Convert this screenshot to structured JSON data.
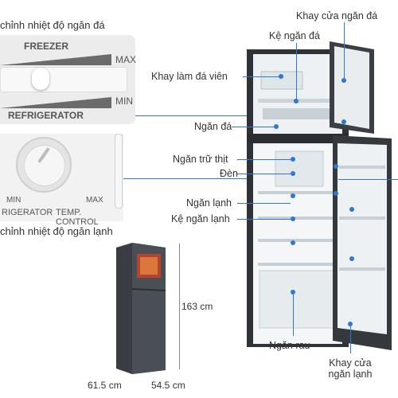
{
  "top_left_caption": "chỉnh nhiệt độ ngăn đá",
  "slider": {
    "freezer": "FREEZER",
    "refrigerator": "REFRIGERATOR",
    "max": "MAX",
    "min": "MIN"
  },
  "dial": {
    "min": "MIN",
    "max": "MAX",
    "left_text": "RIGERATOR",
    "right_text": "TEMP. CONTROL"
  },
  "mid_left_caption": "chỉnh nhiệt độ ngăn lạnh",
  "labels": {
    "freezer_door_tray": "Khay cửa ngăn đá",
    "freezer_shelf": "Kệ ngăn đá",
    "ice_tray": "Khay làm đá viên",
    "freezer_compartment": "Ngăn đá",
    "meat_compartment": "Ngăn trữ thịt",
    "lamp": "Đèn",
    "fridge_compartment": "Ngăn lạnh",
    "fridge_shelf": "Kệ ngăn lạnh",
    "vegetable_drawer": "Ngăn rau",
    "fridge_door_tray_1": "Khay cửa",
    "fridge_door_tray_2": "ngăn lạnh"
  },
  "dimensions": {
    "height": "163 cm",
    "depth": "61.5 cm",
    "width": "54.5 cm"
  },
  "colors": {
    "accent": "#2f77cf",
    "fridge_body": "#3c3f44",
    "panel": "#ececec"
  }
}
